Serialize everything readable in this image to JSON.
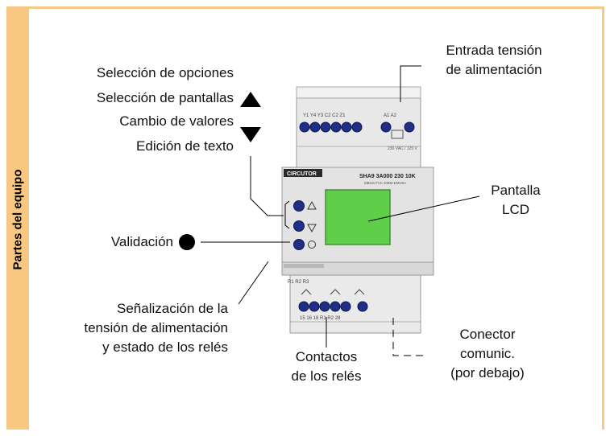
{
  "sidebar": {
    "title": "Partes del equipo"
  },
  "labels": {
    "opciones": "Selección de opciones",
    "pantallas": "Selección de pantallas",
    "valores": "Cambio de valores",
    "texto": "Edición de texto",
    "validacion": "Validación",
    "senal_1": "Señalización de la",
    "senal_2": "tensión de alimentación",
    "senal_3": "y estado de los relés",
    "entrada_1": "Entrada tensión",
    "entrada_2": "de alimentación",
    "pantalla_1": "Pantalla",
    "pantalla_2": "LCD",
    "contactos_1": "Contactos",
    "contactos_2": "de los relés",
    "conector_1": "Conector",
    "conector_2": "comunic.",
    "conector_3": "(por debajo)"
  },
  "device": {
    "brand": "CIRCUTOR",
    "model": "SHA9 3A000 230 10K",
    "model_sub": "MBUS FAC-DMM-EMV5A",
    "top_terminals": [
      "Y1",
      "Y4",
      "Y3",
      "C2",
      "C2",
      "Z1",
      "A1",
      "A2"
    ],
    "top_note": "230 VAC / 125 V",
    "bottom_terminals": [
      "15",
      "16",
      "18",
      "R1",
      "R2",
      "28"
    ],
    "bottom_note": "R1  R2  R3"
  },
  "colors": {
    "sidebar": "#F8C883",
    "lcd": "#5FCF4A",
    "button": "#1F2E86",
    "body": "#E6E6E6"
  }
}
